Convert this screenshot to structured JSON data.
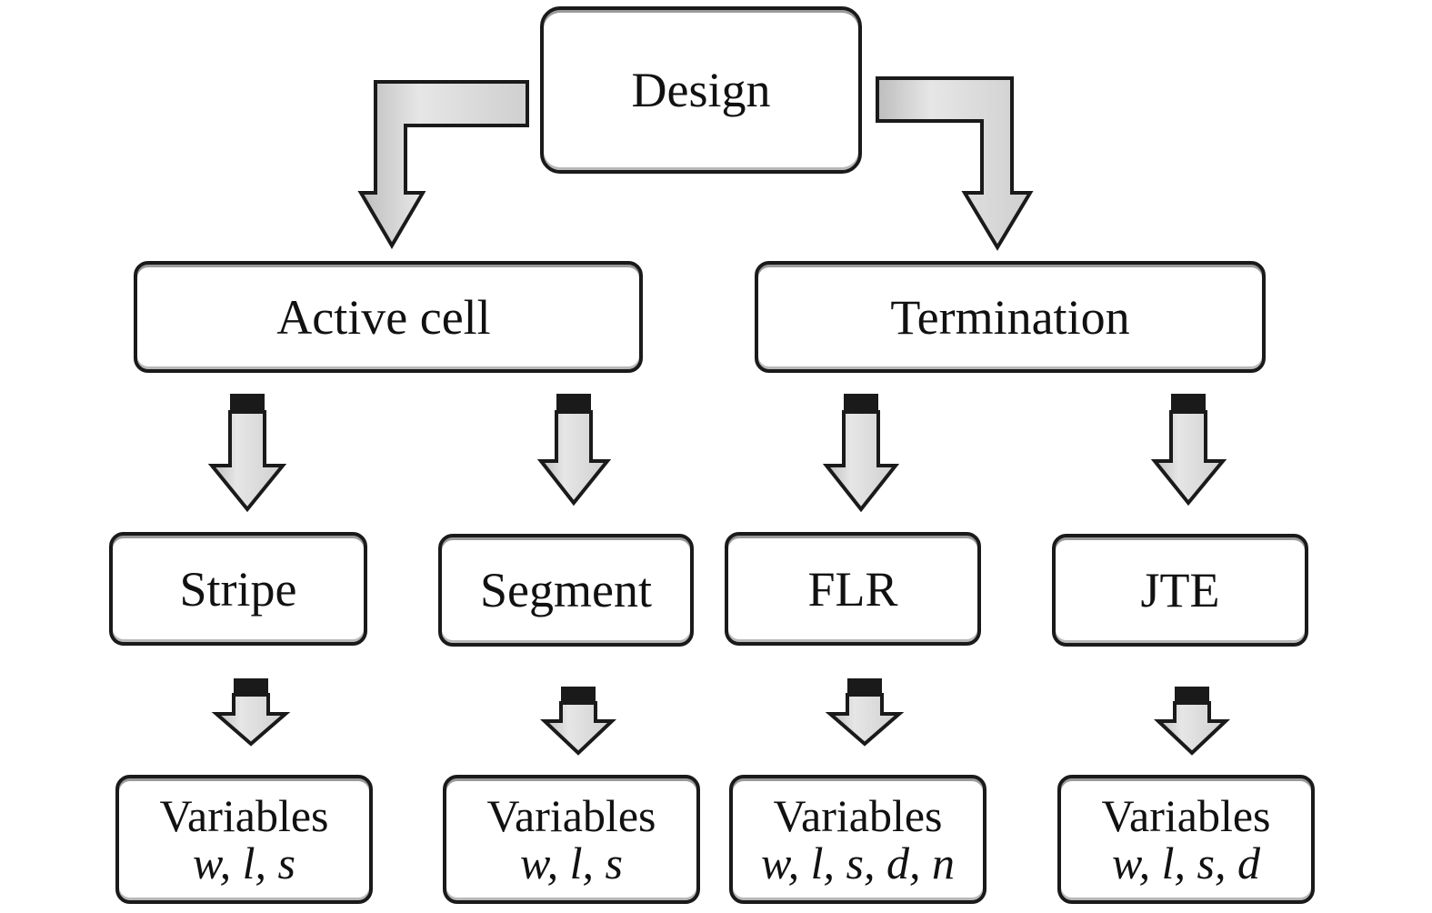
{
  "diagram": {
    "root": {
      "label": "Design"
    },
    "level1": [
      {
        "label": "Active cell"
      },
      {
        "label": "Termination"
      }
    ],
    "level2": [
      {
        "label": "Stripe",
        "parent": "Active cell"
      },
      {
        "label": "Segment",
        "parent": "Active cell"
      },
      {
        "label": "FLR",
        "parent": "Termination"
      },
      {
        "label": "JTE",
        "parent": "Termination"
      }
    ],
    "level3": [
      {
        "title": "Variables",
        "vars": "w, l, s"
      },
      {
        "title": "Variables",
        "vars": "w, l, s"
      },
      {
        "title": "Variables",
        "vars": "w, l, s, d, n"
      },
      {
        "title": "Variables",
        "vars": "w, l, s, d"
      }
    ],
    "colors": {
      "stroke": "#1a1a1a",
      "arrow_fill": "#dcdcdc",
      "background": "#ffffff"
    }
  }
}
